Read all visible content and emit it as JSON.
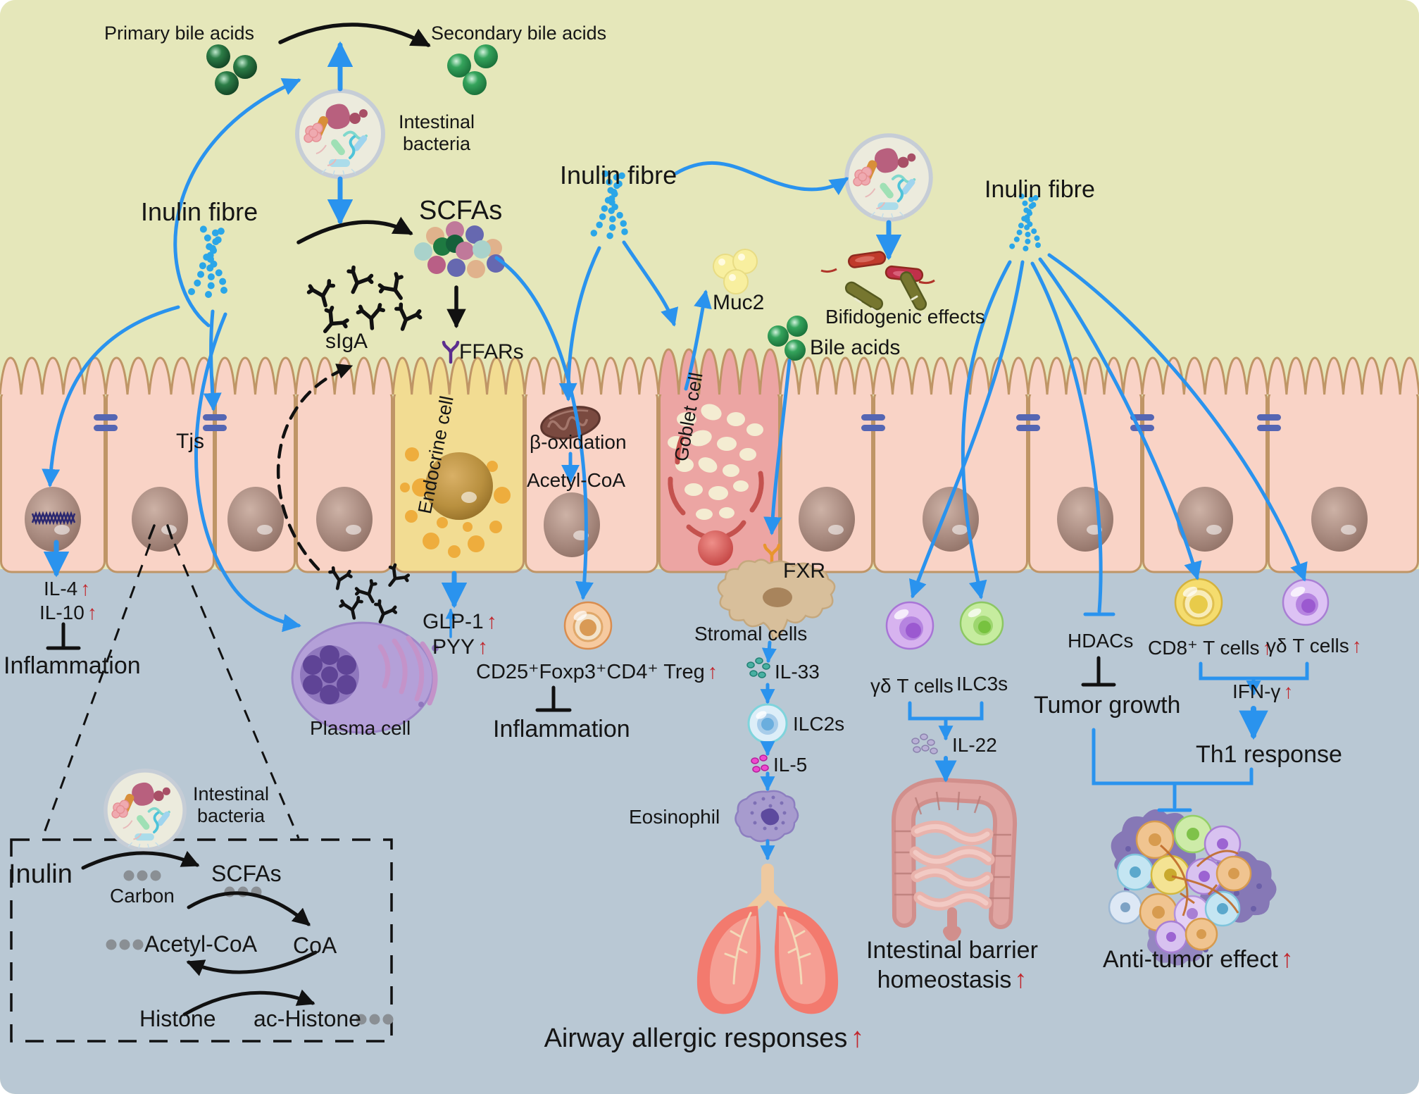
{
  "title": "Inulin fibre effects on intestinal immunity diagram",
  "glyphs": {
    "up_arrow": "↑"
  },
  "colors": {
    "lumen": "#e5e7ba",
    "lamina": "#b9c8d4",
    "arrow_blue": "#2a93ee",
    "red_accent": "#c1272d",
    "cell_fill": "#f9d3c6",
    "cell_border": "#bf9566",
    "endocrine_fill": "#f2dc92",
    "goblet_fill": "#eca5a3",
    "tight_junction": "#5566b3"
  },
  "lumen": {
    "primary_bile_acids": "Primary bile acids",
    "secondary_bile_acids": "Secondary bile acids",
    "intestinal_bacteria_line1": "Intestinal",
    "intestinal_bacteria_line2": "bacteria",
    "inulin_fibre_left": "Inulin fibre",
    "inulin_fibre_mid": "Inulin fibre",
    "inulin_fibre_right": "Inulin fibre",
    "scfas": "SCFAs",
    "siga": "sIgA",
    "ffars": "FFARs",
    "muc2": "Muc2",
    "bile_acids": "Bile acids",
    "bifidogenic_effects": "Bifidogenic effects"
  },
  "epithelium": {
    "tjs": "Tjs",
    "endocrine_cell": "Endocrine cell",
    "goblet_cell": "Goblet cell",
    "beta_oxidation": "β-oxidation",
    "acetyl_coa": "Acetyl-CoA"
  },
  "lamina": {
    "il4": "IL-4",
    "il10": "IL-10",
    "inflammation_left": "Inflammation",
    "plasma_cell": "Plasma cell",
    "glp1": "GLP-1",
    "pyy": "PYY",
    "treg": "CD25⁺Foxp3⁺CD4⁺ Treg",
    "inflammation_mid": "Inflammation",
    "fxr": "FXR",
    "stromal_cells": "Stromal cells",
    "il33": "IL-33",
    "ilc2s": "ILC2s",
    "il5": "IL-5",
    "eosinophil": "Eosinophil",
    "airway": "Airway allergic responses",
    "gd_t_cells_left": "γδ T cells",
    "ilc3s": "ILC3s",
    "il22": "IL-22",
    "intestinal_barrier_line1": "Intestinal barrier",
    "intestinal_barrier_line2": "homeostasis",
    "hdacs": "HDACs",
    "tumor_growth": "Tumor growth",
    "cd8_t_cells": "CD8⁺ T cells",
    "gd_t_cells_right": "γδ T cells",
    "ifn_gamma": "IFN-γ",
    "th1_response": "Th1 response",
    "anti_tumor": "Anti-tumor effect"
  },
  "box": {
    "intestinal_bacteria_line1": "Intestinal",
    "intestinal_bacteria_line2": "bacteria",
    "inulin": "Inulin",
    "carbon": "Carbon",
    "scfas": "SCFAs",
    "acetyl_coa": "Acetyl-CoA",
    "coa": "CoA",
    "histone": "Histone",
    "ac_histone": "ac-Histone"
  }
}
